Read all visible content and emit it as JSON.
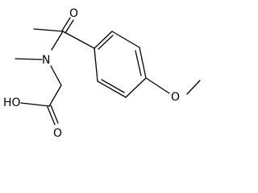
{
  "molecule": {
    "atoms": {
      "carbonyl_oxygen": "O",
      "amide_nitrogen": "N",
      "ether_oxygen": "O",
      "hydroxyl": "HO",
      "acid_carbonyl_oxygen": "O"
    }
  }
}
